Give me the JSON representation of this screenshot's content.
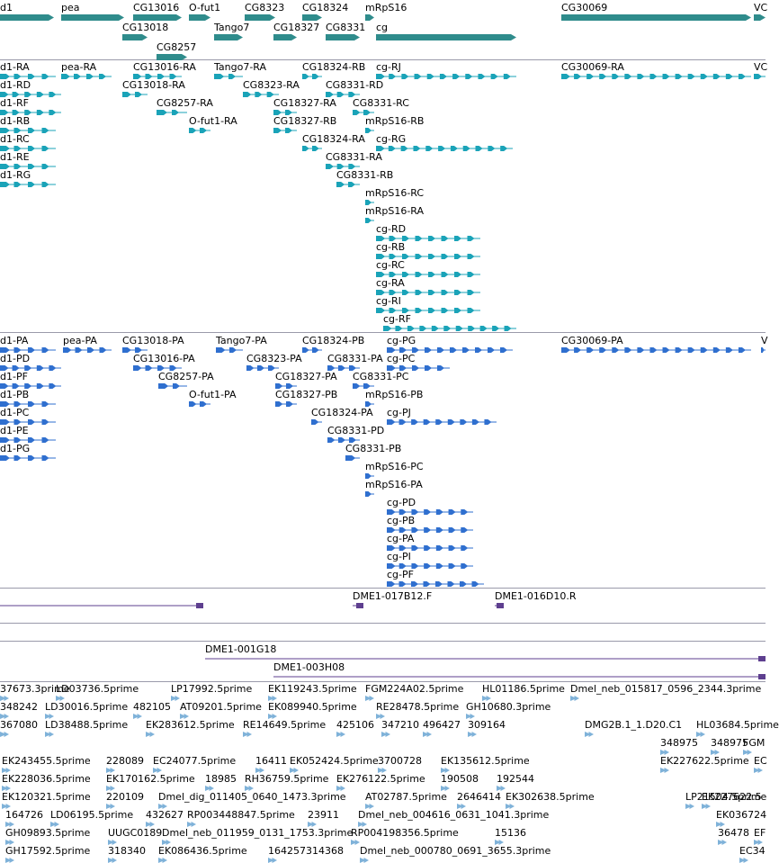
{
  "colors": {
    "gene": "#2f8c8c",
    "transcript": "#1aa3b8",
    "protein": "#2f6fcf",
    "clone": "#5e3f8f",
    "est": "#7fb2d9",
    "separator": "#9a9aaa"
  },
  "tracks": {
    "genes": {
      "rows": [
        [
          {
            "label": "d1",
            "s": 0,
            "e": 60
          },
          {
            "label": "pea",
            "s": 68,
            "e": 138
          },
          {
            "label": "CG13016",
            "s": 148,
            "e": 202
          },
          {
            "label": "O-fut1",
            "s": 210,
            "e": 234
          },
          {
            "label": "CG8323",
            "s": 272,
            "e": 306
          },
          {
            "label": "CG18324",
            "s": 336,
            "e": 358
          },
          {
            "label": "mRpS16",
            "s": 406,
            "e": 416
          },
          {
            "label": "CG30069",
            "s": 624,
            "e": 835
          },
          {
            "label": "VC",
            "s": 838,
            "e": 851
          }
        ],
        [
          {
            "label": "CG13018",
            "s": 136,
            "e": 164
          },
          {
            "label": "Tango7",
            "s": 238,
            "e": 270
          },
          {
            "label": "CG18327",
            "s": 304,
            "e": 330
          },
          {
            "label": "CG8331",
            "s": 362,
            "e": 400
          },
          {
            "label": "cg",
            "s": 418,
            "e": 574
          }
        ],
        [
          {
            "label": "CG8257",
            "s": 174,
            "e": 208
          }
        ]
      ]
    },
    "transcripts": {
      "rows": [
        [
          {
            "label": "d1-RA",
            "s": 0,
            "e": 62
          },
          {
            "label": "pea-RA",
            "s": 68,
            "e": 124
          },
          {
            "label": "CG13016-RA",
            "s": 148,
            "e": 202
          },
          {
            "label": "Tango7-RA",
            "s": 238,
            "e": 270
          },
          {
            "label": "CG18324-RB",
            "s": 336,
            "e": 358
          },
          {
            "label": "cg-RJ",
            "s": 418,
            "e": 574
          },
          {
            "label": "CG30069-RA",
            "s": 624,
            "e": 835
          },
          {
            "label": "VC",
            "s": 838,
            "e": 851
          }
        ],
        [
          {
            "label": "d1-RD",
            "s": 0,
            "e": 68
          },
          {
            "label": "CG13018-RA",
            "s": 136,
            "e": 164
          },
          {
            "label": "CG8323-RA",
            "s": 270,
            "e": 310
          },
          {
            "label": "CG8331-RD",
            "s": 362,
            "e": 400
          }
        ],
        [
          {
            "label": "d1-RF",
            "s": 0,
            "e": 68
          },
          {
            "label": "CG8257-RA",
            "s": 174,
            "e": 208
          },
          {
            "label": "CG18327-RA",
            "s": 304,
            "e": 330
          },
          {
            "label": "CG8331-RC",
            "s": 392,
            "e": 416
          }
        ],
        [
          {
            "label": "d1-RB",
            "s": 0,
            "e": 62
          },
          {
            "label": "O-fut1-RA",
            "s": 210,
            "e": 234
          },
          {
            "label": "CG18327-RB",
            "s": 304,
            "e": 330
          },
          {
            "label": "mRpS16-RB",
            "s": 406,
            "e": 416
          }
        ],
        [
          {
            "label": "d1-RC",
            "s": 0,
            "e": 62
          },
          {
            "label": "CG18324-RA",
            "s": 336,
            "e": 358
          },
          {
            "label": "cg-RG",
            "s": 418,
            "e": 570
          }
        ],
        [
          {
            "label": "d1-RE",
            "s": 0,
            "e": 62
          },
          {
            "label": "CG8331-RA",
            "s": 362,
            "e": 400
          }
        ],
        [
          {
            "label": "d1-RG",
            "s": 0,
            "e": 62
          },
          {
            "label": "CG8331-RB",
            "s": 374,
            "e": 400
          }
        ],
        [
          {
            "label": "mRpS16-RC",
            "s": 406,
            "e": 416
          }
        ],
        [
          {
            "label": "mRpS16-RA",
            "s": 406,
            "e": 416
          }
        ],
        [
          {
            "label": "cg-RD",
            "s": 418,
            "e": 534
          }
        ],
        [
          {
            "label": "cg-RB",
            "s": 418,
            "e": 534
          }
        ],
        [
          {
            "label": "cg-RC",
            "s": 418,
            "e": 534
          }
        ],
        [
          {
            "label": "cg-RA",
            "s": 418,
            "e": 534
          }
        ],
        [
          {
            "label": "cg-RI",
            "s": 418,
            "e": 534
          }
        ],
        [
          {
            "label": "cg-RF",
            "s": 426,
            "e": 574
          }
        ]
      ]
    },
    "proteins": {
      "rows": [
        [
          {
            "label": "d1-PA",
            "s": 0,
            "e": 62
          },
          {
            "label": "pea-PA",
            "s": 70,
            "e": 124
          },
          {
            "label": "CG13018-PA",
            "s": 136,
            "e": 164
          },
          {
            "label": "Tango7-PA",
            "s": 240,
            "e": 270
          },
          {
            "label": "CG18324-PB",
            "s": 336,
            "e": 358
          },
          {
            "label": "cg-PG",
            "s": 430,
            "e": 570
          },
          {
            "label": "CG30069-PA",
            "s": 624,
            "e": 835
          },
          {
            "label": "V",
            "s": 846,
            "e": 851
          }
        ],
        [
          {
            "label": "d1-PD",
            "s": 0,
            "e": 68
          },
          {
            "label": "CG13016-PA",
            "s": 148,
            "e": 202
          },
          {
            "label": "CG8323-PA",
            "s": 274,
            "e": 310
          },
          {
            "label": "CG8331-PA",
            "s": 364,
            "e": 400
          },
          {
            "label": "cg-PC",
            "s": 430,
            "e": 500
          }
        ],
        [
          {
            "label": "d1-PF",
            "s": 0,
            "e": 68
          },
          {
            "label": "CG8257-PA",
            "s": 176,
            "e": 208
          },
          {
            "label": "CG18327-PA",
            "s": 306,
            "e": 330
          },
          {
            "label": "CG8331-PC",
            "s": 392,
            "e": 416
          }
        ],
        [
          {
            "label": "d1-PB",
            "s": 0,
            "e": 62
          },
          {
            "label": "O-fut1-PA",
            "s": 210,
            "e": 234
          },
          {
            "label": "CG18327-PB",
            "s": 306,
            "e": 330
          },
          {
            "label": "mRpS16-PB",
            "s": 406,
            "e": 416
          }
        ],
        [
          {
            "label": "d1-PC",
            "s": 0,
            "e": 62
          },
          {
            "label": "CG18324-PA",
            "s": 346,
            "e": 358
          },
          {
            "label": "cg-PJ",
            "s": 430,
            "e": 552
          }
        ],
        [
          {
            "label": "d1-PE",
            "s": 0,
            "e": 62
          },
          {
            "label": "CG8331-PD",
            "s": 364,
            "e": 400
          }
        ],
        [
          {
            "label": "d1-PG",
            "s": 0,
            "e": 62
          },
          {
            "label": "CG8331-PB",
            "s": 384,
            "e": 400
          }
        ],
        [
          {
            "label": "mRpS16-PC",
            "s": 406,
            "e": 416
          }
        ],
        [
          {
            "label": "mRpS16-PA",
            "s": 406,
            "e": 416
          }
        ],
        [
          {
            "label": "cg-PD",
            "s": 430,
            "e": 526
          }
        ],
        [
          {
            "label": "cg-PB",
            "s": 430,
            "e": 526
          }
        ],
        [
          {
            "label": "cg-PA",
            "s": 430,
            "e": 526
          }
        ],
        [
          {
            "label": "cg-PI",
            "s": 430,
            "e": 526
          }
        ],
        [
          {
            "label": "cg-PF",
            "s": 430,
            "e": 538
          }
        ]
      ]
    },
    "clones_a": {
      "rows": [
        [
          {
            "label": "",
            "s": 0,
            "e": 226
          },
          {
            "label": "DME1-017B12.F",
            "s": 392,
            "e": 404
          },
          {
            "label": "DME1-016D10.R",
            "s": 550,
            "e": 560
          }
        ]
      ]
    },
    "clones_b": {
      "rows": [
        [
          {
            "label": "DME1-001G18",
            "s": 228,
            "e": 851
          }
        ],
        [
          {
            "label": "DME1-003H08",
            "s": 304,
            "e": 851
          }
        ]
      ]
    },
    "ests": {
      "rows": [
        [
          {
            "label": "37673.3prime",
            "s": 0,
            "e": 10
          },
          {
            "label": "LD03736.5prime",
            "s": 62,
            "e": 72
          },
          {
            "label": "LP17992.5prime",
            "s": 190,
            "e": 200
          },
          {
            "label": "EK119243.5prime",
            "s": 298,
            "e": 308
          },
          {
            "label": "FGM224A02.5prime",
            "s": 406,
            "e": 416
          },
          {
            "label": "HL01186.5prime",
            "s": 536,
            "e": 546
          },
          {
            "label": "Dmel_neb_015817_0596_2344.3prime",
            "s": 634,
            "e": 644
          }
        ],
        [
          {
            "label": "348242",
            "s": 0,
            "e": 10
          },
          {
            "label": "LD30016.5prime",
            "s": 50,
            "e": 60
          },
          {
            "label": "482105",
            "s": 148,
            "e": 158
          },
          {
            "label": "AT09201.5prime",
            "s": 200,
            "e": 210
          },
          {
            "label": "EK089940.5prime",
            "s": 298,
            "e": 308
          },
          {
            "label": "RE28478.5prime",
            "s": 418,
            "e": 428
          },
          {
            "label": "GH10680.3prime",
            "s": 518,
            "e": 528
          }
        ],
        [
          {
            "label": "367080",
            "s": 0,
            "e": 10
          },
          {
            "label": "LD38488.5prime",
            "s": 50,
            "e": 60
          },
          {
            "label": "EK283612.5prime",
            "s": 162,
            "e": 172
          },
          {
            "label": "RE14649.5prime",
            "s": 270,
            "e": 280
          },
          {
            "label": "425106",
            "s": 374,
            "e": 384
          },
          {
            "label": "347210",
            "s": 424,
            "e": 434
          },
          {
            "label": "496427",
            "s": 470,
            "e": 480
          },
          {
            "label": "309164",
            "s": 520,
            "e": 530
          },
          {
            "label": "DMG2B.1_1.D20.C1",
            "s": 650,
            "e": 660
          },
          {
            "label": "HL03684.5prime",
            "s": 774,
            "e": 784
          }
        ],
        [
          {
            "label": "348975",
            "s": 734,
            "e": 744
          },
          {
            "label": "348975",
            "s": 790,
            "e": 800
          },
          {
            "label": "FGM",
            "s": 826,
            "e": 836
          }
        ],
        [
          {
            "label": "EK243455.5prime",
            "s": 2,
            "e": 12
          },
          {
            "label": "228089",
            "s": 118,
            "e": 128
          },
          {
            "label": "EC24077.5prime",
            "s": 170,
            "e": 180
          },
          {
            "label": "16411",
            "s": 284,
            "e": 294
          },
          {
            "label": "EK052424.5prime",
            "s": 322,
            "e": 332
          },
          {
            "label": "3700728",
            "s": 420,
            "e": 430
          },
          {
            "label": "EK135612.5prime",
            "s": 490,
            "e": 500
          },
          {
            "label": "EK227622.5prime",
            "s": 734,
            "e": 744
          },
          {
            "label": "EC",
            "s": 838,
            "e": 848
          }
        ],
        [
          {
            "label": "EK228036.5prime",
            "s": 2,
            "e": 12
          },
          {
            "label": "EK170162.5prime",
            "s": 118,
            "e": 128
          },
          {
            "label": "18985",
            "s": 228,
            "e": 238
          },
          {
            "label": "RH36759.5prime",
            "s": 272,
            "e": 282
          },
          {
            "label": "EK276122.5prime",
            "s": 374,
            "e": 384
          },
          {
            "label": "190508",
            "s": 490,
            "e": 500
          },
          {
            "label": "192544",
            "s": 552,
            "e": 562
          }
        ],
        [
          {
            "label": "EK120321.5prime",
            "s": 2,
            "e": 12
          },
          {
            "label": "220109",
            "s": 118,
            "e": 128
          },
          {
            "label": "Dmel_dig_011405_0640_1473.3prime",
            "s": 176,
            "e": 186
          },
          {
            "label": "AT02787.5prime",
            "s": 406,
            "e": 416
          },
          {
            "label": "2646414",
            "s": 508,
            "e": 518
          },
          {
            "label": "EK302638.5prime",
            "s": 562,
            "e": 572
          },
          {
            "label": "LP21504.5prime",
            "s": 762,
            "e": 772
          },
          {
            "label": "EK227622.5",
            "s": 780,
            "e": 790
          }
        ],
        [
          {
            "label": "164726",
            "s": 6,
            "e": 16
          },
          {
            "label": "LD06195.5prime",
            "s": 56,
            "e": 66
          },
          {
            "label": "432627",
            "s": 162,
            "e": 172
          },
          {
            "label": "RP003448847.5prime",
            "s": 208,
            "e": 218
          },
          {
            "label": "23911",
            "s": 342,
            "e": 352
          },
          {
            "label": "Dmel_neb_004616_0631_1041.3prime",
            "s": 398,
            "e": 408
          },
          {
            "label": "EK036724",
            "s": 796,
            "e": 806
          }
        ],
        [
          {
            "label": "GH09893.5prime",
            "s": 6,
            "e": 16
          },
          {
            "label": "UUGC0189",
            "s": 120,
            "e": 130
          },
          {
            "label": "Dmel_neb_011959_0131_1753.3prime",
            "s": 180,
            "e": 190
          },
          {
            "label": "RP004198356.5prime",
            "s": 390,
            "e": 400
          },
          {
            "label": "15136",
            "s": 550,
            "e": 560
          },
          {
            "label": "36478",
            "s": 798,
            "e": 808
          },
          {
            "label": "EF",
            "s": 838,
            "e": 848
          }
        ],
        [
          {
            "label": "GH17592.5prime",
            "s": 6,
            "e": 16
          },
          {
            "label": "318340",
            "s": 120,
            "e": 130
          },
          {
            "label": "EK086436.5prime",
            "s": 176,
            "e": 186
          },
          {
            "label": "164257314368",
            "s": 298,
            "e": 308
          },
          {
            "label": "Dmel_neb_000780_0691_3655.3prime",
            "s": 400,
            "e": 410
          },
          {
            "label": "EC34",
            "s": 822,
            "e": 832
          }
        ]
      ]
    }
  }
}
